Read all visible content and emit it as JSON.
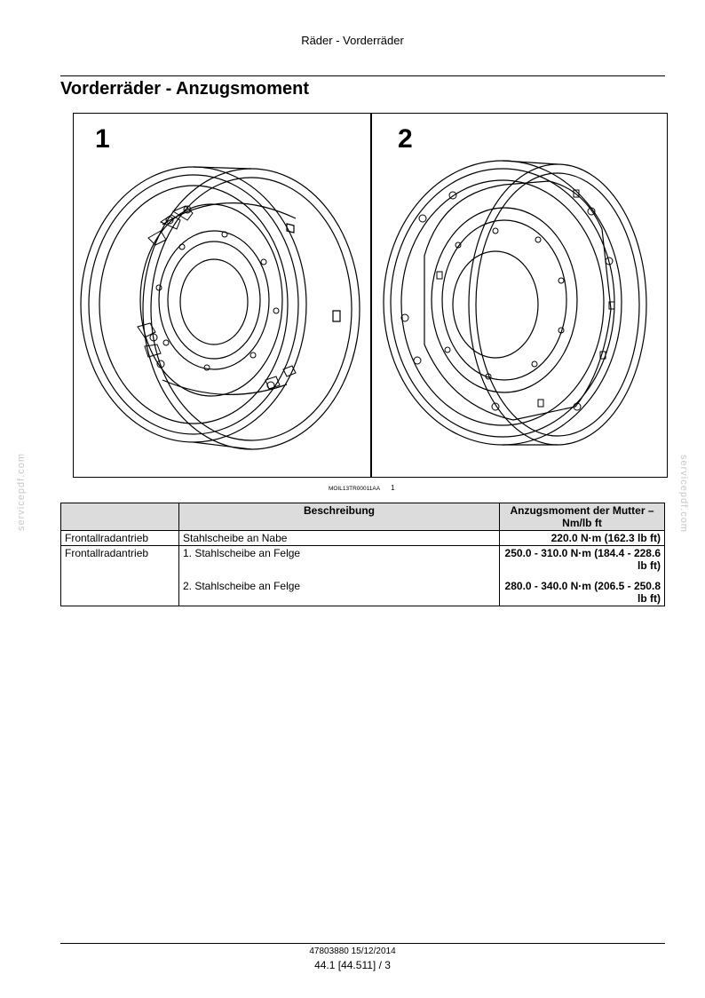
{
  "header": {
    "title": "Räder - Vorderräder"
  },
  "page_heading": "Vorderräder - Anzugsmoment",
  "figure": {
    "panel_numbers": [
      "1",
      "2"
    ],
    "caption_code": "MOIL13TR00011AA",
    "caption_number": "1"
  },
  "watermark": "servicepdf.com",
  "table": {
    "headers": [
      "",
      "Beschreibung",
      "Anzugsmoment der Mutter – Nm/lb ft"
    ],
    "rows": [
      {
        "application": "Frontallradantrieb",
        "description": "Stahlscheibe an Nabe",
        "torque": "220.0 N·m (162.3 lb ft)"
      },
      {
        "application": "Frontallradantrieb",
        "description": "1.  Stahlscheibe an Felge",
        "torque": "250.0 - 310.0 N·m (184.4 - 228.6 lb ft)"
      },
      {
        "application": "",
        "description": "2.  Stahlscheibe an Felge",
        "torque": "280.0 - 340.0 N·m (206.5 - 250.8 lb ft)"
      }
    ]
  },
  "footer": {
    "doc": "47803880 15/12/2014",
    "page": "44.1 [44.511] / 3"
  }
}
